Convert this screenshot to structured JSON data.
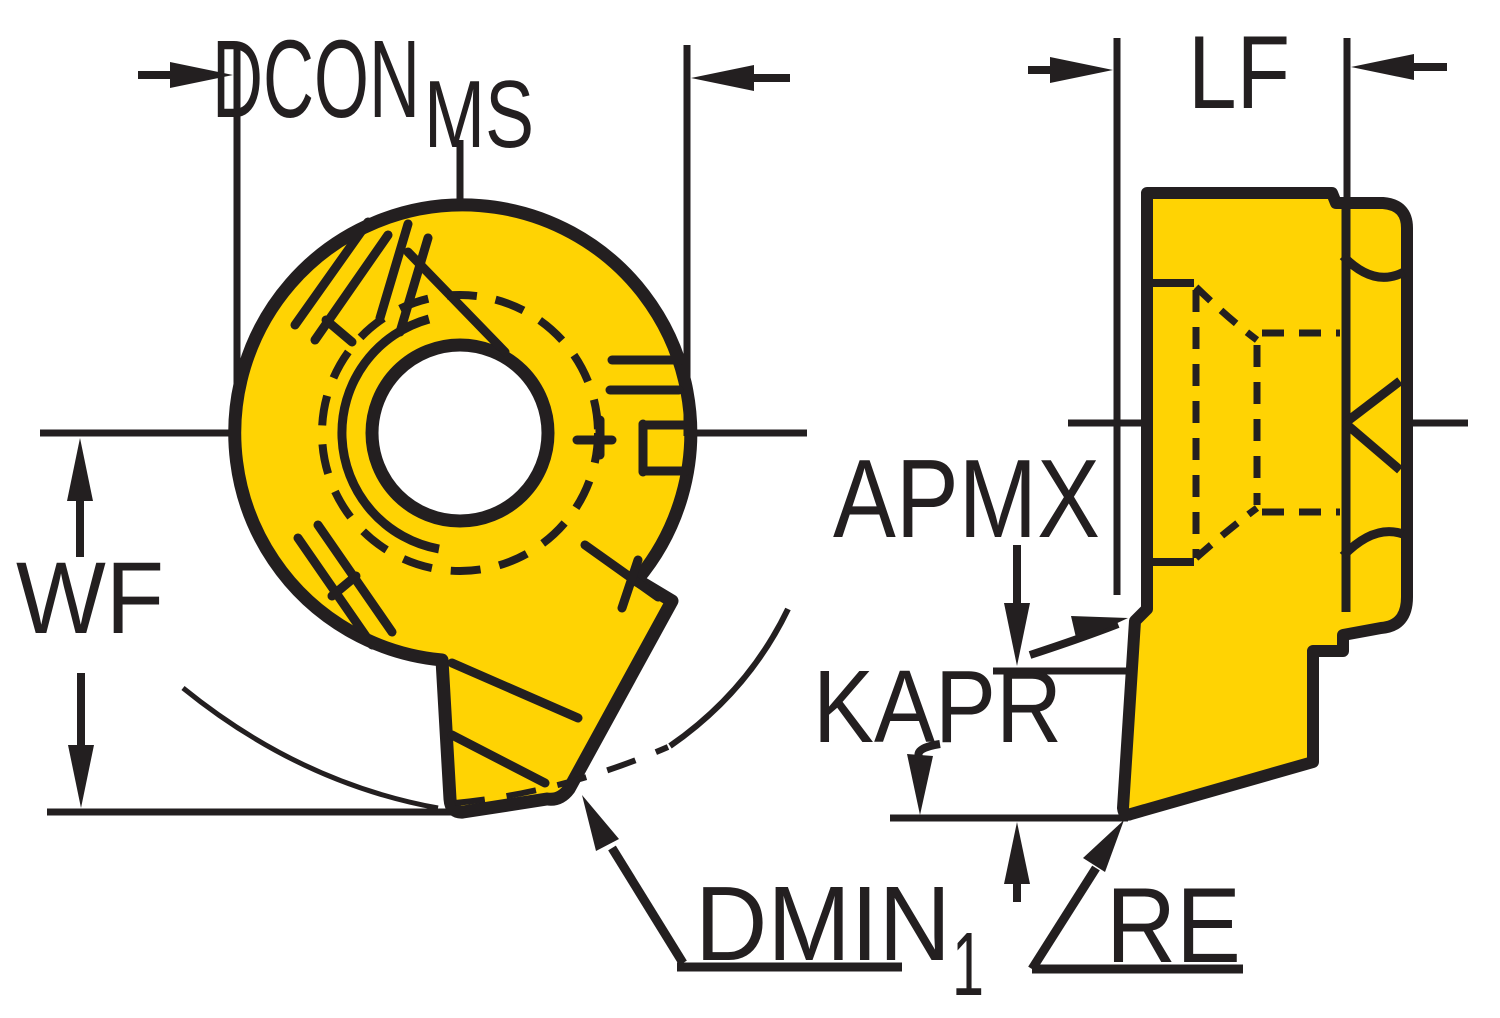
{
  "drawing": {
    "type": "technical-dimension-drawing",
    "subject": "round cutting insert, front and side views",
    "labels": {
      "dcon": "DCON",
      "dcon_sub": "MS",
      "lf": "LF",
      "wf": "WF",
      "apmx": "APMX",
      "kapr": "KAPR",
      "dmin": "DMIN",
      "dmin_sub": "1",
      "re": "RE"
    },
    "colors": {
      "insert_fill": "#ffd303",
      "line": "#231f20",
      "background": "#ffffff"
    }
  }
}
